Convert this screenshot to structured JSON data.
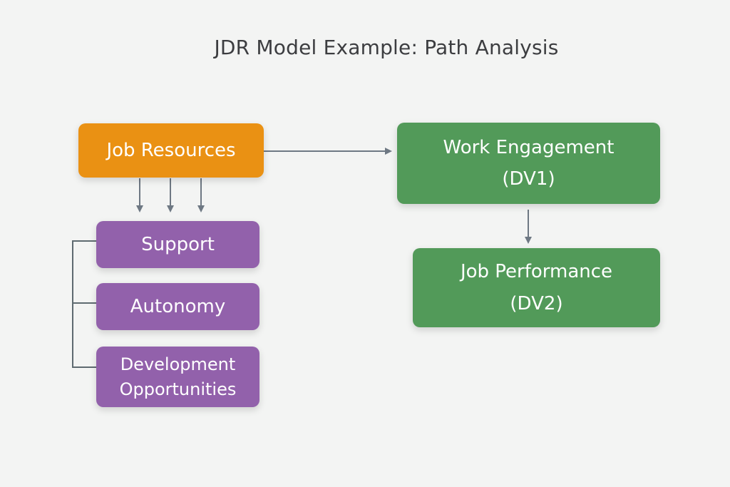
{
  "title": "JDR Model Example: Path Analysis",
  "colors": {
    "job_resources": "#ea9113",
    "sub_factors": "#9261ab",
    "outcomes": "#529a59",
    "connectors": "#6e7883"
  },
  "nodes": {
    "job_resources": "Job Resources",
    "support": "Support",
    "autonomy": "Autonomy",
    "development_line1": "Development",
    "development_line2": "Opportunities",
    "work_engagement_line1": "Work Engagement",
    "work_engagement_line2": "(DV1)",
    "job_performance_line1": "Job Performance",
    "job_performance_line2": "(DV2)"
  },
  "edges": [
    {
      "from": "Job Resources",
      "to": "Work Engagement (DV1)"
    },
    {
      "from": "Job Resources",
      "to": "Support / Autonomy / Development Opportunities"
    },
    {
      "from": "Work Engagement (DV1)",
      "to": "Job Performance (DV2)"
    }
  ]
}
